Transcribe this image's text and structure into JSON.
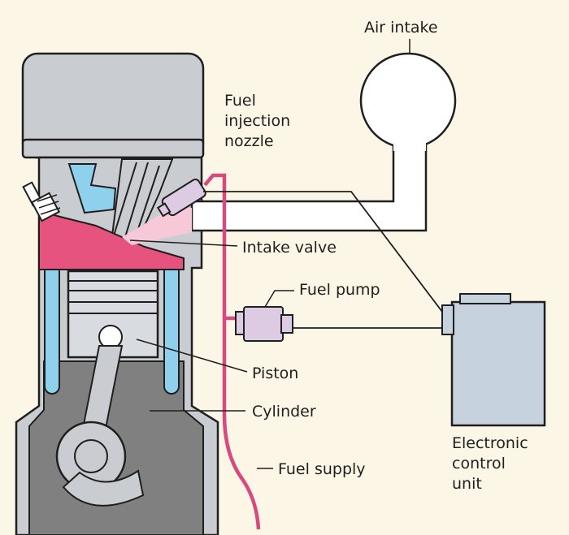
{
  "colors": {
    "background": "#fbf6e6",
    "engine_body": "#c9ccd0",
    "engine_outline": "#1f1f1f",
    "crankcase": "#808080",
    "coolant": "#8fd1ec",
    "combustion_chamber": "#e6537e",
    "fuel_line": "#d64a80",
    "injector": "#dccbe2",
    "air_spray": "#f7c9d8",
    "ecu": "#c6d3de",
    "air_duct": "#ffffff"
  },
  "labels": {
    "air_intake": "Air intake",
    "fuel_injection_nozzle_line1": "Fuel",
    "fuel_injection_nozzle_line2": "injection",
    "fuel_injection_nozzle_line3": "nozzle",
    "intake_valve": "Intake valve",
    "fuel_pump": "Fuel pump",
    "piston": "Piston",
    "cylinder": "Cylinder",
    "fuel_supply": "Fuel supply",
    "ecu_line1": "Electronic",
    "ecu_line2": "control",
    "ecu_line3": "unit"
  }
}
